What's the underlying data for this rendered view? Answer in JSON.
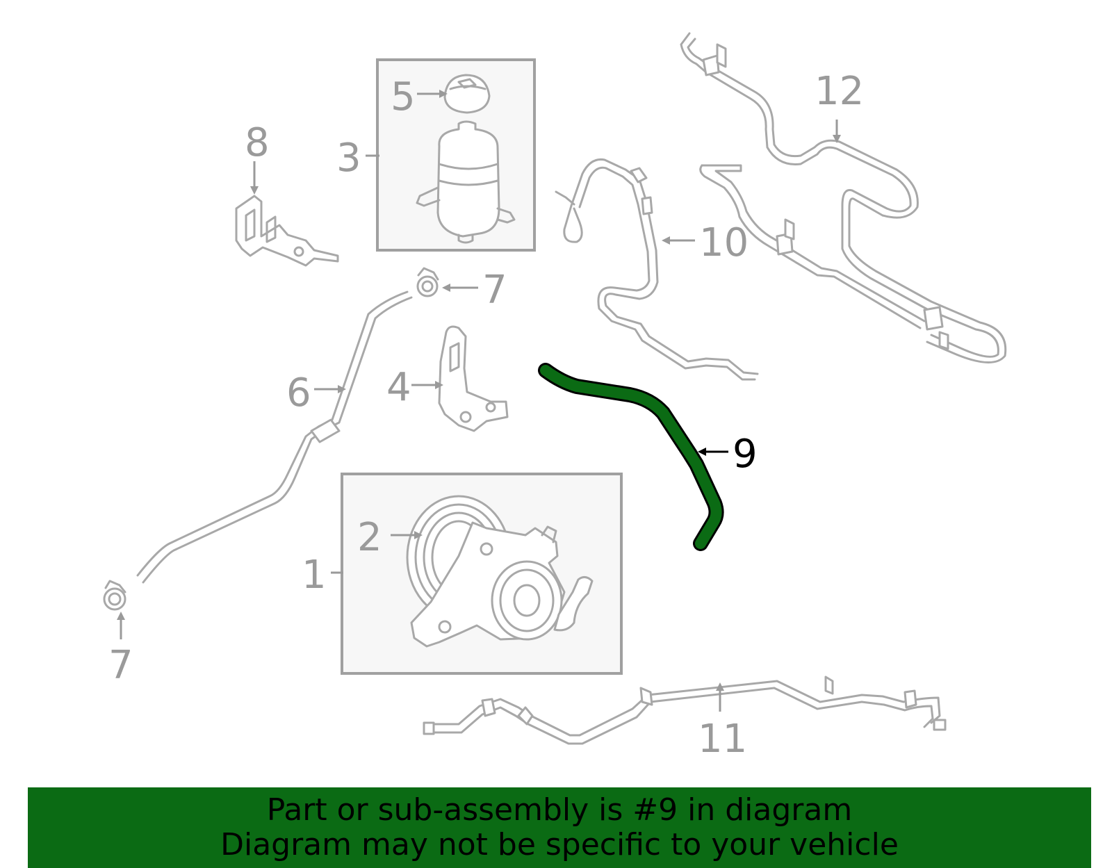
{
  "callouts": {
    "c1": "1",
    "c2": "2",
    "c3": "3",
    "c4": "4",
    "c5": "5",
    "c6": "6",
    "c7a": "7",
    "c7b": "7",
    "c8": "8",
    "c9": "9",
    "c10": "10",
    "c11": "11",
    "c12": "12"
  },
  "banner": {
    "line1": "Part or sub-assembly is #9 in diagram",
    "line2": "Diagram may not be specific to your vehicle"
  },
  "colors": {
    "highlight_part": "#0b6b14",
    "banner_bg": "#0b6b14",
    "part_line": "#a8a8a8",
    "label": "#9a9a9a"
  }
}
